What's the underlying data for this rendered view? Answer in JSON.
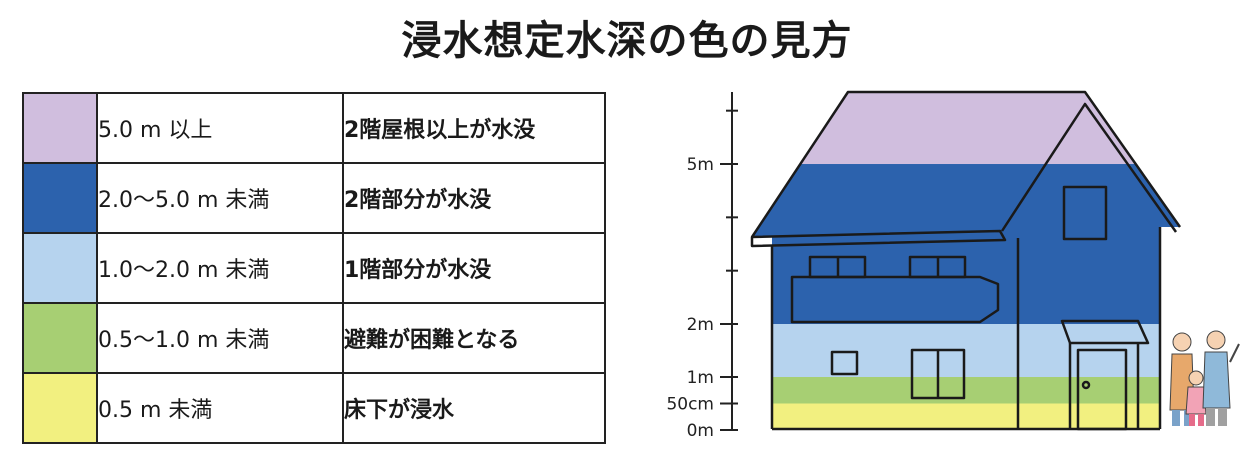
{
  "title": "浸水想定水深の色の見方",
  "legend": [
    {
      "color": "#d0bede",
      "range": "5.0 m 以上",
      "description": "2階屋根以上が水没"
    },
    {
      "color": "#2c62ad",
      "range": "2.0〜5.0 m 未満",
      "description": "2階部分が水没"
    },
    {
      "color": "#b6d3ee",
      "range": "1.0〜2.0 m 未満",
      "description": "1階部分が水没"
    },
    {
      "color": "#a7cf73",
      "range": "0.5〜1.0 m 未満",
      "description": "避難が困難となる"
    },
    {
      "color": "#f2f080",
      "range": "0.5 m 未満",
      "description": "床下が浸水"
    }
  ],
  "scale": {
    "labels": [
      {
        "text": "5m",
        "meters": 5
      },
      {
        "text": "2m",
        "meters": 2
      },
      {
        "text": "1m",
        "meters": 1
      },
      {
        "text": "50cm",
        "meters": 0.5
      },
      {
        "text": "0m",
        "meters": 0
      }
    ],
    "minor_ticks_m": [
      6,
      4,
      3
    ]
  },
  "depth_bands_m": [
    {
      "from": 0,
      "to": 0.5,
      "color": "#f2f080"
    },
    {
      "from": 0.5,
      "to": 1,
      "color": "#a7cf73"
    },
    {
      "from": 1,
      "to": 2,
      "color": "#b6d3ee"
    },
    {
      "from": 2,
      "to": 5,
      "color": "#2c62ad"
    },
    {
      "from": 5,
      "to": 6.5,
      "color": "#d0bede"
    }
  ]
}
